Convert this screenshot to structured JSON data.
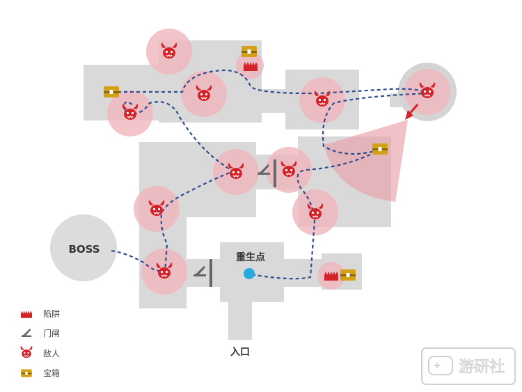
{
  "map": {
    "boss_label": "BOSS",
    "spawn_label": "重生点",
    "entrance_label": "入口",
    "colors": {
      "floor": "#d9d9d9",
      "boss_room": "#dcdcdc",
      "enemy_zone": "#f0b7bd",
      "enemy": "#d2232a",
      "path": "#2f4d8c",
      "spawn": "#27a9e1",
      "chest": "#d4a017",
      "gate": "#666666",
      "trap": "#d2232a"
    }
  },
  "legend": {
    "items": [
      {
        "icon": "trap-icon",
        "label": "陷阱"
      },
      {
        "icon": "gate-icon",
        "label": "门闸"
      },
      {
        "icon": "enemy-icon",
        "label": "敌人"
      },
      {
        "icon": "chest-icon",
        "label": "宝箱"
      }
    ]
  },
  "watermark": {
    "text": "游研社"
  }
}
